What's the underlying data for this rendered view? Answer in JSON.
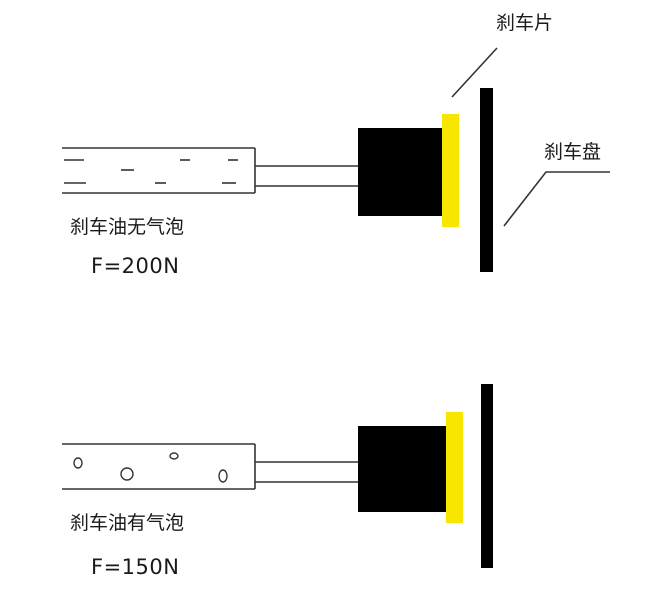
{
  "labels": {
    "brake_pad": "刹车片",
    "brake_disc": "刹车盘"
  },
  "top_case": {
    "caption": "刹车油无气泡",
    "force": "F=200N"
  },
  "bottom_case": {
    "caption": "刹车油有气泡",
    "force": "F=150N"
  },
  "colors": {
    "caliper": "#000000",
    "pad": "#f7e600",
    "disc": "#000000",
    "line": "#222222"
  }
}
